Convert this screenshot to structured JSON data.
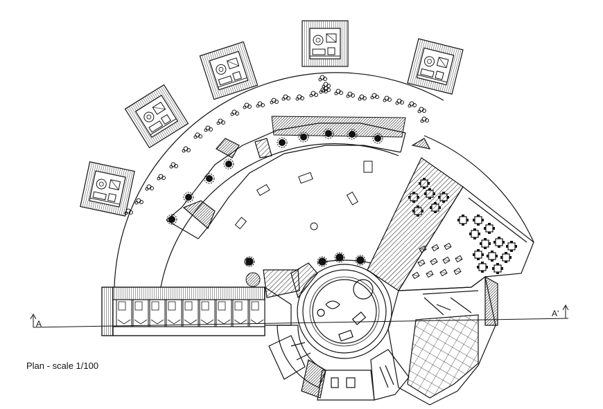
{
  "caption": "Plan - scale 1/100",
  "section_marker_left": "A",
  "section_marker_right": "A'",
  "colors": {
    "ink": "#111111",
    "background": "#ffffff"
  }
}
